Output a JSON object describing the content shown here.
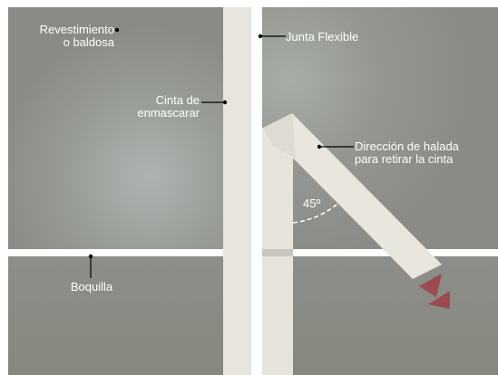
{
  "labels": {
    "tile": {
      "line1": "Revestimiento",
      "line2": "o baldosa"
    },
    "joint": "Junta Flexible",
    "tape": {
      "line1": "Cinta de",
      "line2": "enmascarar"
    },
    "direction": {
      "line1": "Dirección de halada",
      "line2": "para retirar la cinta"
    },
    "angle": "45º",
    "grout": "Boquilla"
  },
  "colors": {
    "tile": "#8c8d87",
    "tile_highlight": "#a9afaa",
    "tape": "#e8e5dd",
    "grout": "#ffffff",
    "arrow": "#9c4a4f",
    "text": "#ffffff",
    "leader": "#000000"
  }
}
